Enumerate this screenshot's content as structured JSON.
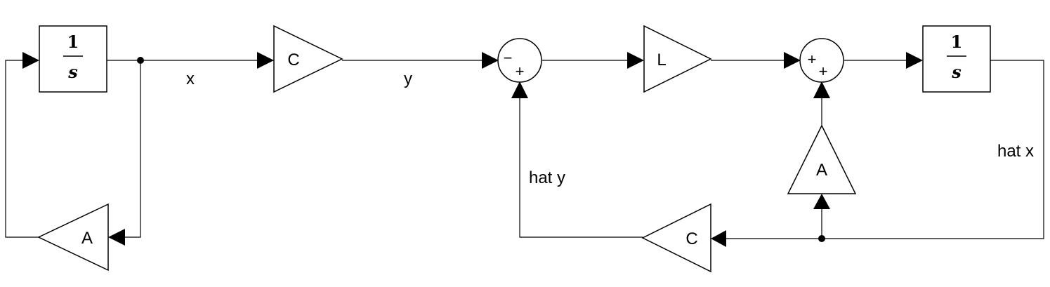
{
  "blocks": {
    "integrator_plant": {
      "numerator": "1",
      "denominator": "s"
    },
    "gain_c_plant": {
      "label": "C"
    },
    "gain_a_plant": {
      "label": "A"
    },
    "sum_error": {
      "top_sign": "−",
      "bottom_sign": "+"
    },
    "gain_l": {
      "label": "L"
    },
    "sum_observer": {
      "top_sign": "+",
      "bottom_sign": "+"
    },
    "integrator_observer": {
      "numerator": "1",
      "denominator": "s"
    },
    "gain_a_observer": {
      "label": "A"
    },
    "gain_c_observer": {
      "label": "C"
    }
  },
  "signals": {
    "x": "x",
    "y": "y",
    "hat_y": "hat y",
    "hat_x": "hat x"
  }
}
